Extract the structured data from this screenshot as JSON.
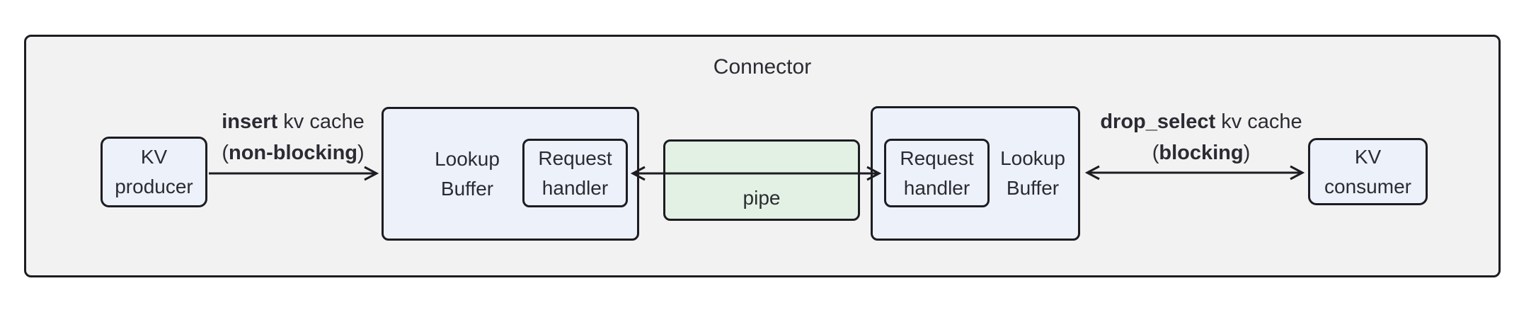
{
  "title": "Connector",
  "colors": {
    "outer_bg": "#f2f2f2",
    "node_bg": "#edf1fa",
    "pipe_bg": "#e2f1e3",
    "stroke": "#1c1c22",
    "text": "#2b2b33"
  },
  "nodes": {
    "kv_producer": [
      "KV",
      "producer"
    ],
    "lookup_buffer_left": [
      "Lookup",
      "Buffer"
    ],
    "request_handler_left": [
      "Request",
      "handler"
    ],
    "pipe": "pipe",
    "request_handler_right": [
      "Request",
      "handler"
    ],
    "lookup_buffer_right": [
      "Lookup",
      "Buffer"
    ],
    "kv_consumer": [
      "KV",
      "consumer"
    ]
  },
  "edges": {
    "insert": {
      "line1_bold": "insert",
      "line1_rest": " kv cache",
      "line2_open": "(",
      "line2_bold": "non-blocking",
      "line2_close": ")"
    },
    "drop_select": {
      "line1_bold": "drop_select",
      "line1_rest": " kv cache",
      "line2_open": "(",
      "line2_bold": "blocking",
      "line2_close": ")"
    }
  }
}
